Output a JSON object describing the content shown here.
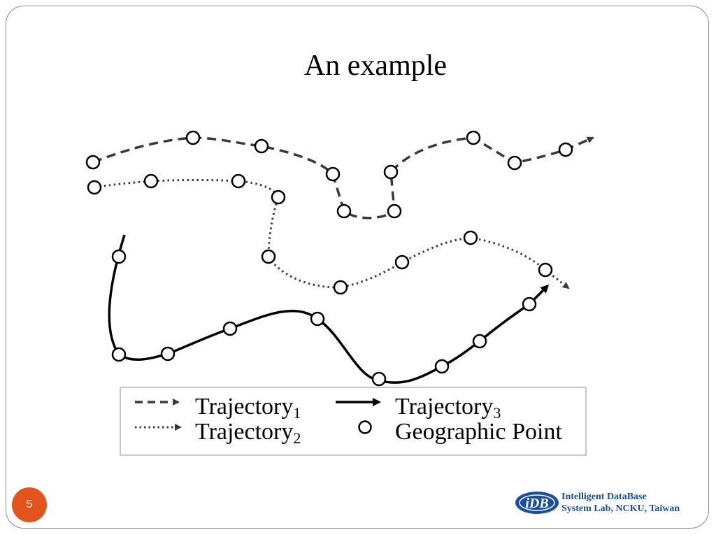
{
  "slide": {
    "title": "An example",
    "page_number": "5"
  },
  "legend": {
    "trajectory1": {
      "name": "Trajectory",
      "sub": "1"
    },
    "trajectory2": {
      "name": "Trajectory",
      "sub": "2"
    },
    "trajectory3": {
      "name": "Trajectory",
      "sub": "3"
    },
    "point": "Geographic Point"
  },
  "footer": {
    "logo_text": "iDB",
    "lab_line1": "Intelligent DataBase",
    "lab_line2": "System Lab, NCKU, Taiwan"
  },
  "colors": {
    "trajectory1": "#3a3a3a",
    "trajectory2": "#3a3a3a",
    "trajectory3": "#000000",
    "badge": "#e2541c",
    "logo_blue": "#1a4fa0"
  }
}
